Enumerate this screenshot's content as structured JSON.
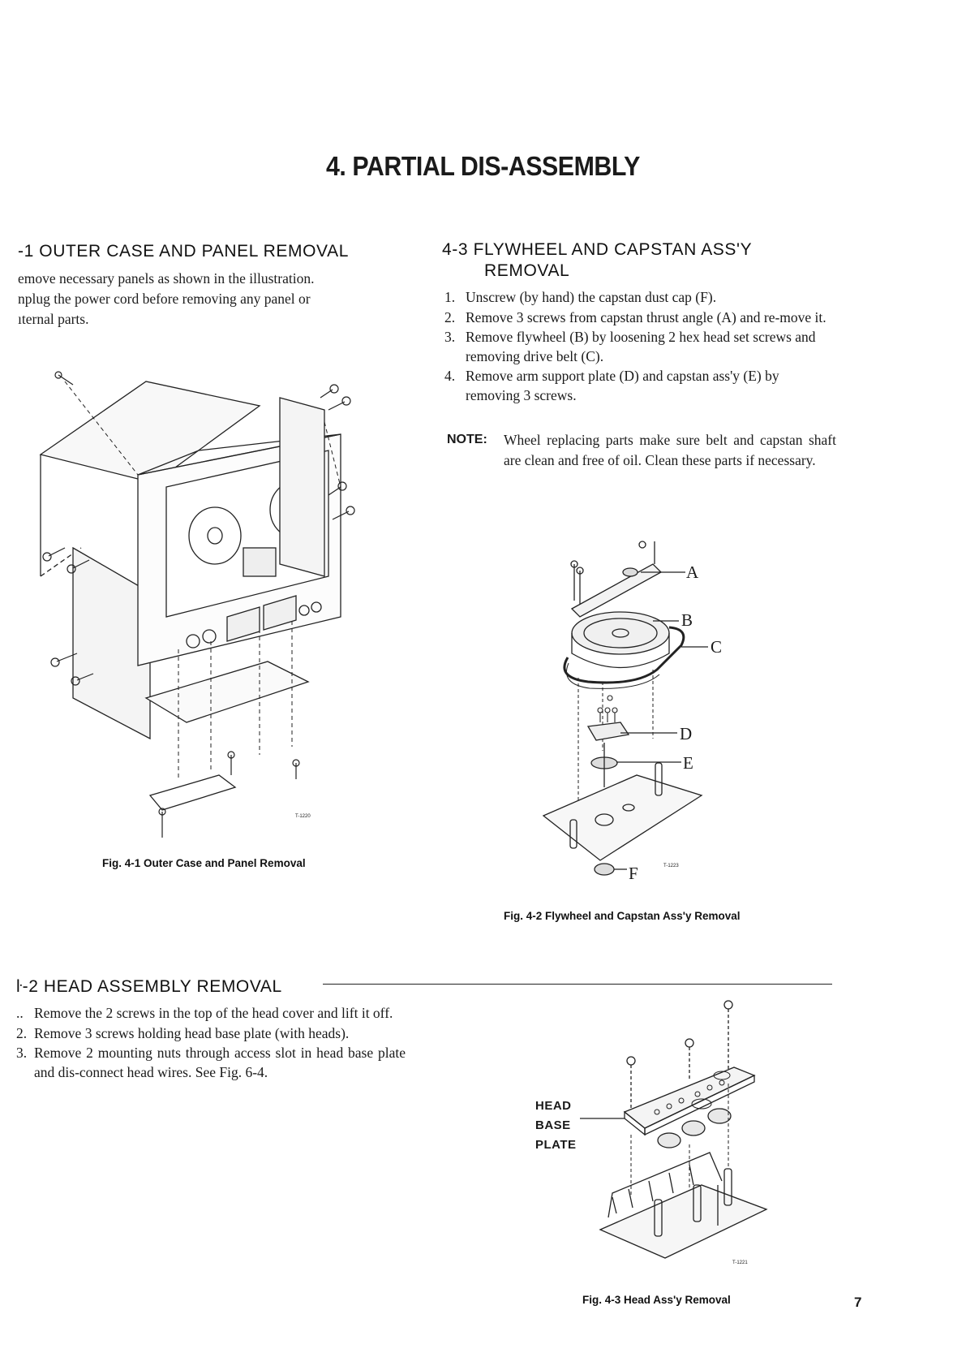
{
  "page": {
    "title": "4. PARTIAL  DIS-ASSEMBLY",
    "page_number": "7"
  },
  "sec41": {
    "heading": "-1  OUTER CASE AND PANEL REMOVAL",
    "lines": [
      "emove necessary panels as shown in the illustration.",
      "nplug the power cord before removing any panel or",
      "ıternal parts."
    ],
    "figure_code": "T-1220",
    "caption": "Fig. 4-1   Outer Case and Panel Removal"
  },
  "sec43": {
    "heading_line1": "4-3   FLYWHEEL  AND  CAPSTAN  ASS'Y",
    "heading_line2": "REMOVAL",
    "steps": [
      {
        "num": "1.",
        "text": "Unscrew (by hand) the capstan dust cap (F)."
      },
      {
        "num": "2.",
        "text": "Remove 3 screws from capstan thrust angle (A) and re-move it."
      },
      {
        "num": "3.",
        "text": "Remove flywheel (B) by loosening 2 hex head set screws and removing drive belt (C)."
      },
      {
        "num": "4.",
        "text": "Remove arm support plate (D) and capstan ass'y (E) by removing 3 screws."
      }
    ],
    "note_label": "NOTE:",
    "note_text": "Wheel replacing parts make sure belt and capstan shaft are clean and free of oil. Clean these parts if necessary.",
    "callouts": [
      "A",
      "B",
      "C",
      "D",
      "E",
      "F"
    ],
    "figure_code": "T-1223",
    "caption": "Fig. 4-2   Flywheel and Capstan Ass'y Removal"
  },
  "sec42": {
    "heading": "ŀ-2   HEAD  ASSEMBLY  REMOVAL",
    "steps": [
      {
        "num": "..",
        "text": "Remove the 2 screws in the top of the head cover and lift it off."
      },
      {
        "num": "2.",
        "text": "Remove 3 screws holding head base plate (with heads)."
      },
      {
        "num": "3.",
        "text": "Remove 2 mounting nuts through access slot in head base plate and dis-connect head wires.  See Fig. 6-4."
      }
    ],
    "label_lines": [
      "HEAD",
      "BASE",
      "PLATE"
    ],
    "figure_code": "T-1221",
    "caption": "Fig. 4-3   Head Ass'y Removal"
  },
  "colors": {
    "ink": "#1a1a1a",
    "paper": "#ffffff"
  }
}
